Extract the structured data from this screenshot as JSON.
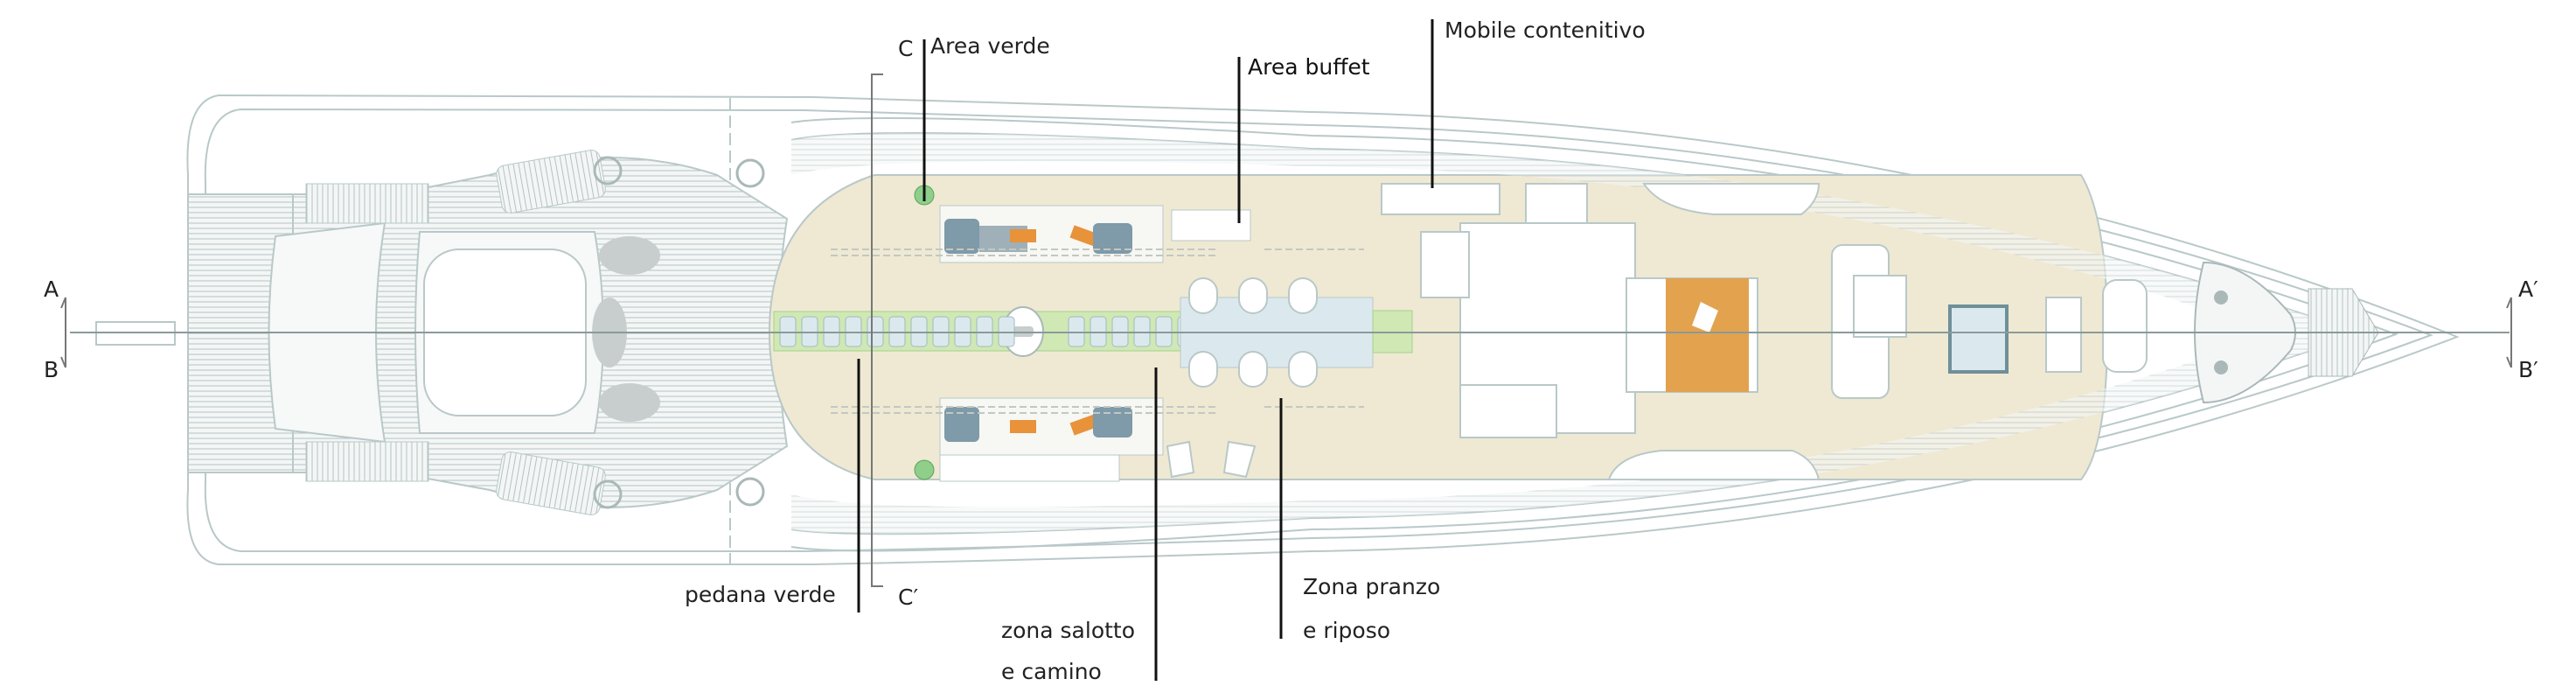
{
  "labels": {
    "area_verde": "Area verde",
    "area_buffet": "Area buffet",
    "mobile_contenitivo": "Mobile contenitivo",
    "pedana_verde": "pedana verde",
    "zona_salotto_1": "zona salotto",
    "zona_salotto_2": "e camino",
    "zona_pranzo_1": "Zona pranzo",
    "zona_pranzo_2": "e riposo"
  },
  "section_marks": {
    "a": "A",
    "b": "B",
    "a_prime": "A′",
    "b_prime": "B′",
    "c": "C",
    "c_prime": "C′"
  },
  "colors": {
    "interior": "#efe9d3",
    "pedana": "#cfe8b4",
    "bed": "#e3a24e",
    "sofa": "#7f9aa8",
    "cushion": "#e8923a",
    "table": "#dbe9ef",
    "line": "#b9c8c8"
  }
}
